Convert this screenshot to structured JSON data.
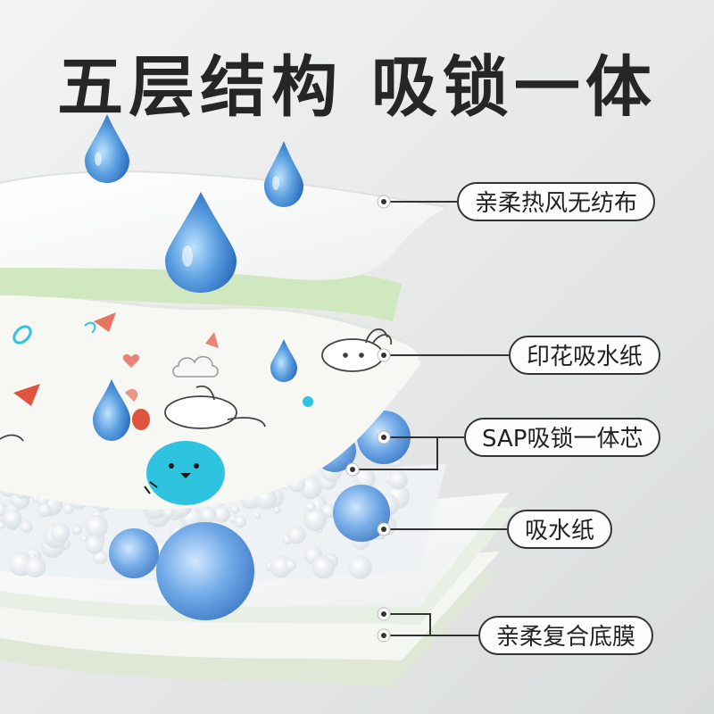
{
  "title": "五层结构 吸锁一体",
  "layers": [
    {
      "label": "亲柔热风无纺布"
    },
    {
      "label": "印花吸水纸"
    },
    {
      "label": "SAP吸锁一体芯"
    },
    {
      "label": "吸水纸"
    },
    {
      "label": "亲柔复合底膜"
    }
  ],
  "colors": {
    "drop": "#5b9fe0",
    "sap_bead": "#4f8fd6",
    "film_green": "#c9e6b8",
    "print_red": "#e0533f",
    "chick_cyan": "#2ec4e0"
  },
  "icons": [
    "water-drop-icon",
    "bunny-icon",
    "chick-icon",
    "cloud-icon",
    "heart-icon"
  ]
}
